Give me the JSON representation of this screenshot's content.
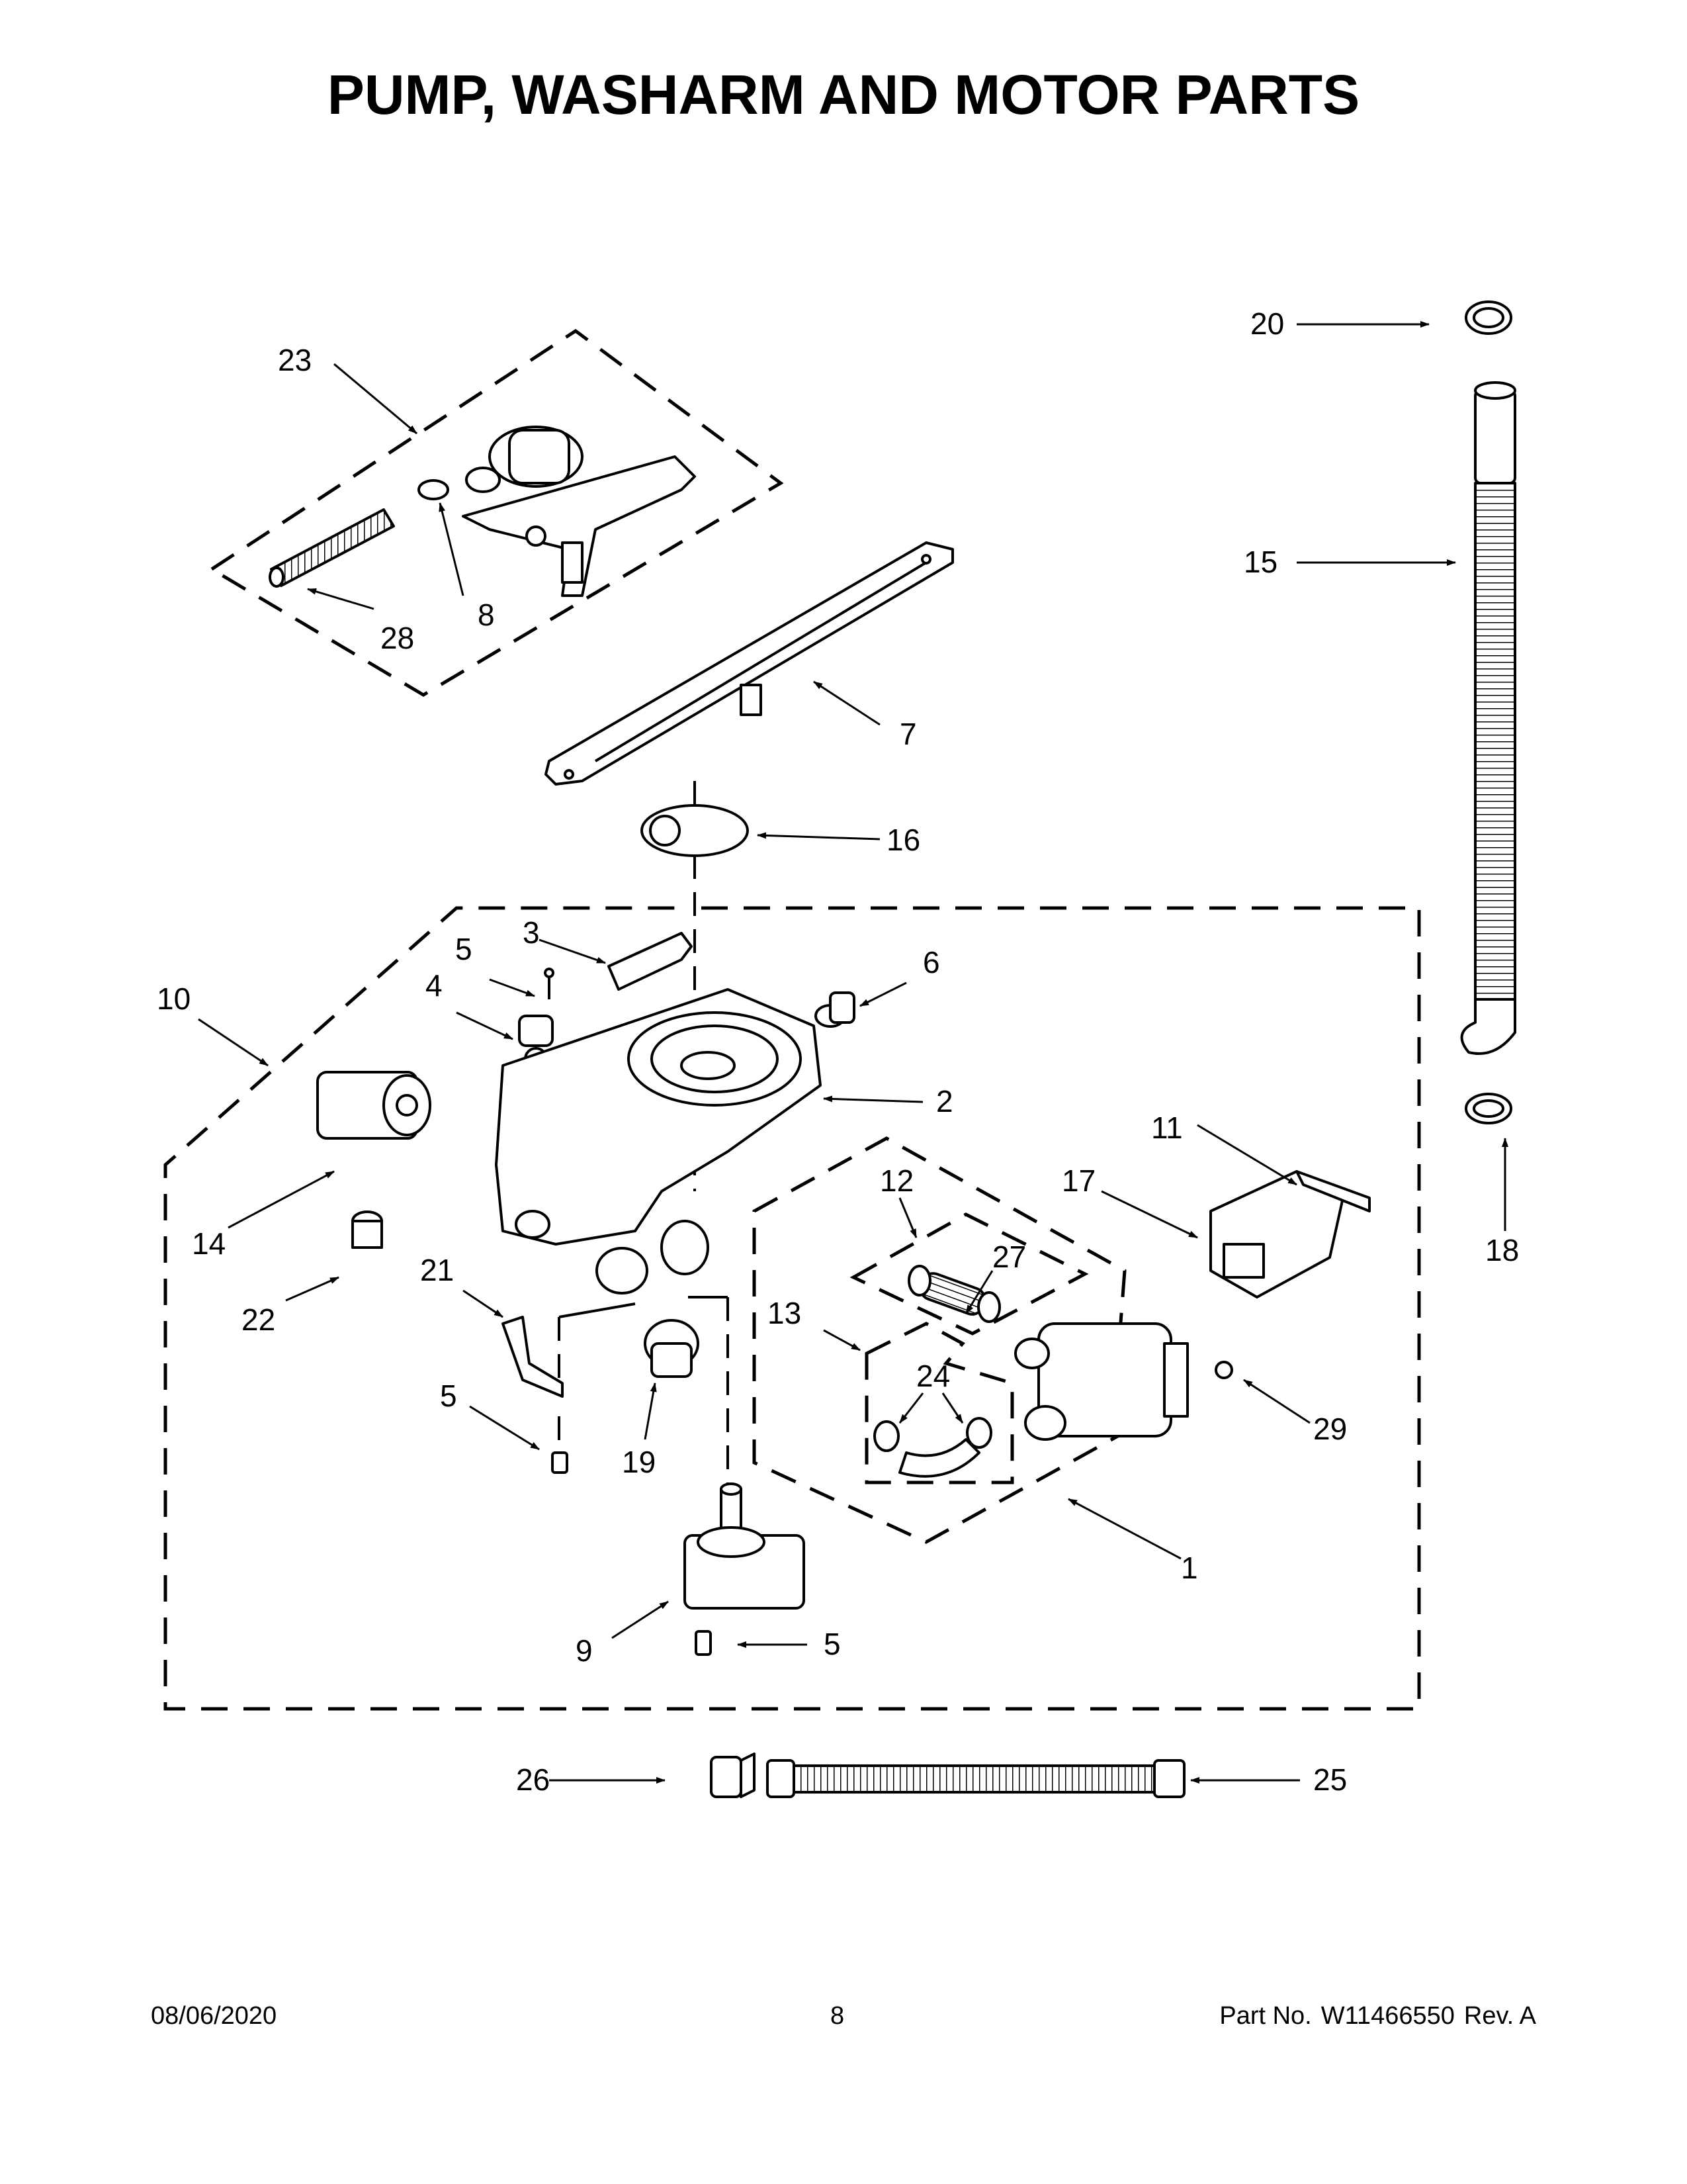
{
  "title": "PUMP, WASHARM AND MOTOR PARTS",
  "callouts": {
    "c1": "1",
    "c2": "2",
    "c3": "3",
    "c4": "4",
    "c5a": "5",
    "c5b": "5",
    "c5c": "5",
    "c6": "6",
    "c7": "7",
    "c8": "8",
    "c9": "9",
    "c10": "10",
    "c11": "11",
    "c12": "12",
    "c13": "13",
    "c14": "14",
    "c15": "15",
    "c16": "16",
    "c17": "17",
    "c18": "18",
    "c19": "19",
    "c20": "20",
    "c21": "21",
    "c22": "22",
    "c23": "23",
    "c24": "24",
    "c25": "25",
    "c26": "26",
    "c27": "27",
    "c28": "28",
    "c29": "29"
  },
  "footer": {
    "date": "08/06/2020",
    "page": "8",
    "part_label": "Part No.",
    "part_number": "W11466550",
    "revision": "Rev. A"
  }
}
